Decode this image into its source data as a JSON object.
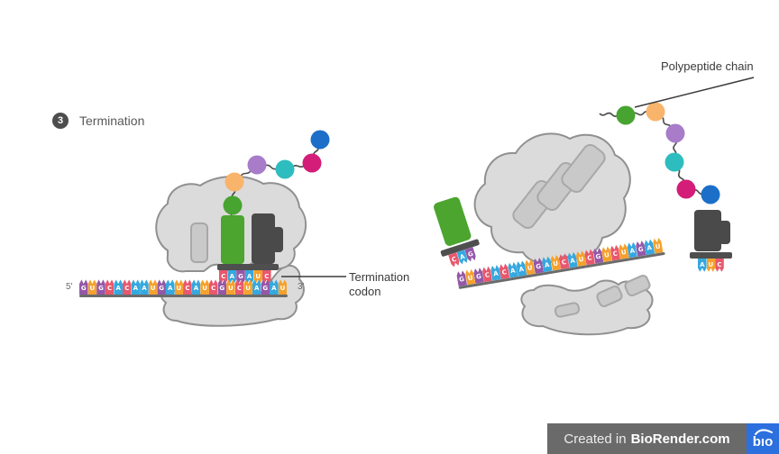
{
  "step": {
    "number": "3",
    "label": "Termination"
  },
  "labels": {
    "termination_codon": "Termination codon",
    "polypeptide_chain": "Polypeptide chain",
    "five_prime": "5'",
    "three_prime": "3'"
  },
  "mrna": {
    "sequence": "GUGCACAAUGAUCAUCGUCUAGAU",
    "stop_codon": "UAG",
    "left_pairing_overlay": "CAGAUC",
    "released_trna_anticodon": "CAG",
    "release_factor_tag": "AUC"
  },
  "polypeptide": {
    "residue_order": [
      "green",
      "orange",
      "purple",
      "teal",
      "magenta",
      "blue"
    ]
  },
  "palette": {
    "nucleotides": {
      "A": "#35A8DF",
      "U": "#F5A12C",
      "G": "#9458A8",
      "C": "#E8586D"
    },
    "amino_acids": {
      "green": "#47A431",
      "orange": "#F9B46B",
      "purple": "#A87CC9",
      "teal": "#2EBDBE",
      "magenta": "#D31D78",
      "blue": "#1B6FC9"
    },
    "ribosome_fill": "#DBDBDB",
    "ribosome_stroke": "#909090",
    "site_rect_fill": "#C9C9C9",
    "site_rect_stroke": "#A8A8A8",
    "trna_green": "#4BA52F",
    "release_factor": "#4A4A4A",
    "anticodon_bar": "#4F4F4F",
    "backbone": "#6B6B6B",
    "chain_thread": "#4A4A4A",
    "leader_line": "#3A3A3A",
    "badge": "#4D4D4D",
    "footer_bar": "#6A6A6A",
    "logo_blue": "#2B70DE"
  },
  "footer": {
    "created_in": "Created in",
    "brand": "BioRender.com",
    "logo": "bıo"
  }
}
